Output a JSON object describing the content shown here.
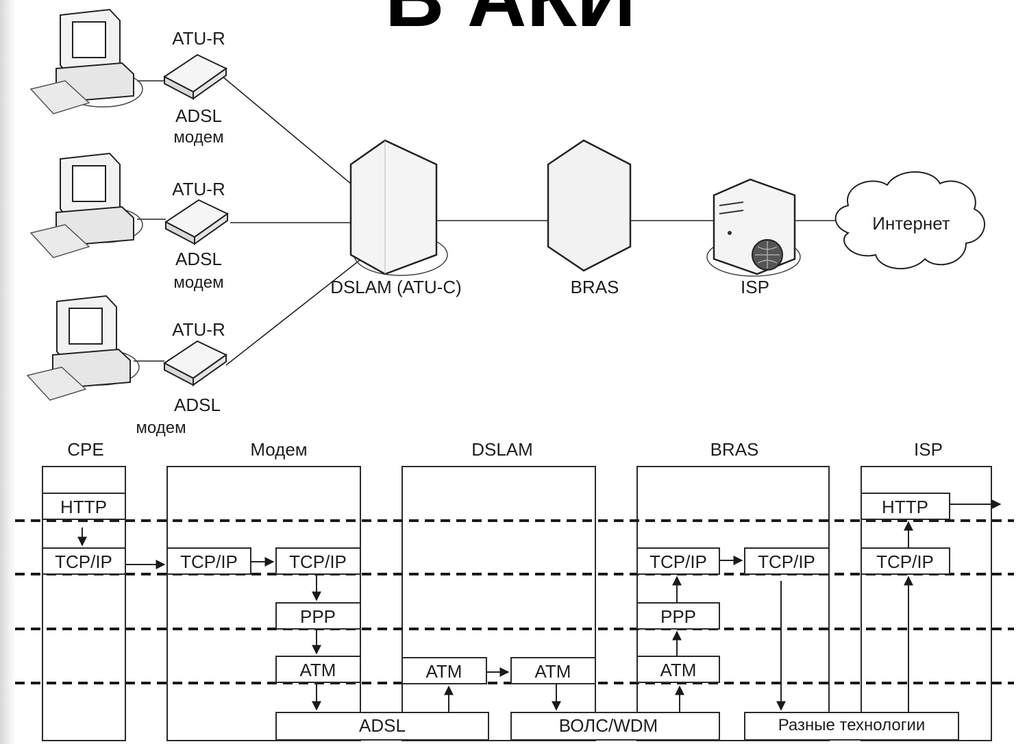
{
  "header_fragment": "В АКИ",
  "top": {
    "modem_top_label": "ATU-R",
    "modem_bottom_label_1": "ADSL",
    "modem_bottom_label_2": "модем",
    "dslam_label": "DSLAM (ATU-C)",
    "bras_label": "BRAS",
    "isp_label": "ISP",
    "internet_label": "Интернет"
  },
  "stack": {
    "columns": {
      "cpe": "CPE",
      "modem": "Модем",
      "dslam": "DSLAM",
      "bras": "BRAS",
      "isp": "ISP"
    },
    "protocols": {
      "http": "HTTP",
      "tcpip": "TCP/IP",
      "ppp": "PPP",
      "atm": "ATM"
    },
    "physical": {
      "adsl": "ADSL",
      "wdm": "ВОЛС/WDM",
      "various": "Разные технологии"
    }
  }
}
